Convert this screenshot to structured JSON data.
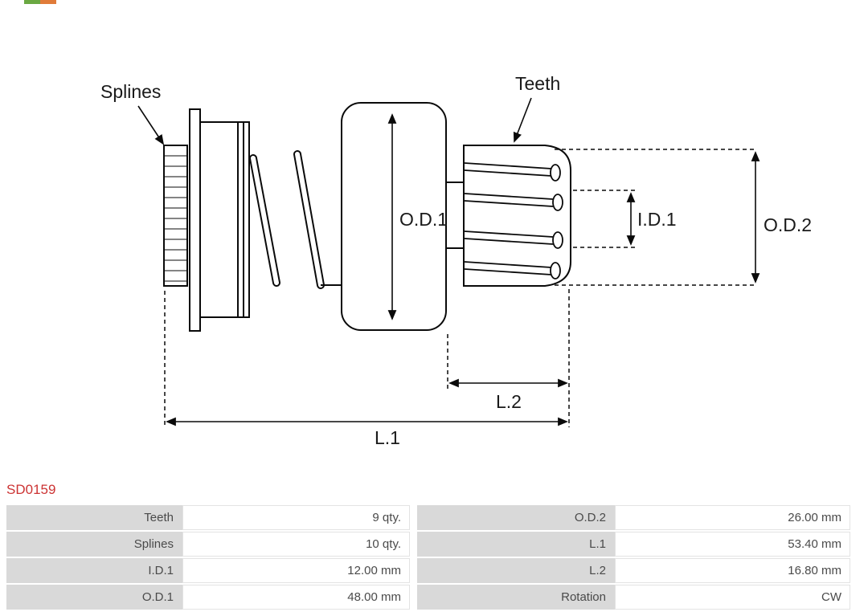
{
  "brand": {
    "logo_strip_colors": [
      "#6aa842",
      "#e07b39"
    ]
  },
  "part_number": "SD0159",
  "diagram": {
    "callouts": {
      "splines": "Splines",
      "teeth": "Teeth"
    },
    "dimensions": {
      "od1": "O.D.1",
      "id1": "I.D.1",
      "od2": "O.D.2",
      "l1": "L.1",
      "l2": "L.2"
    }
  },
  "specs": {
    "rows": [
      {
        "left": {
          "label": "Teeth",
          "value": "9 qty."
        },
        "right": {
          "label": "O.D.2",
          "value": "26.00 mm"
        }
      },
      {
        "left": {
          "label": "Splines",
          "value": "10 qty."
        },
        "right": {
          "label": "L.1",
          "value": "53.40 mm"
        }
      },
      {
        "left": {
          "label": "I.D.1",
          "value": "12.00 mm"
        },
        "right": {
          "label": "L.2",
          "value": "16.80 mm"
        }
      },
      {
        "left": {
          "label": "O.D.1",
          "value": "48.00 mm"
        },
        "right": {
          "label": "Rotation",
          "value": "CW"
        }
      }
    ]
  },
  "colors": {
    "part_number_text": "#cc3333",
    "table_label_bg": "#d9d9d9",
    "table_text": "#4a4a4a",
    "drawing_stroke": "#0a0a0a"
  }
}
